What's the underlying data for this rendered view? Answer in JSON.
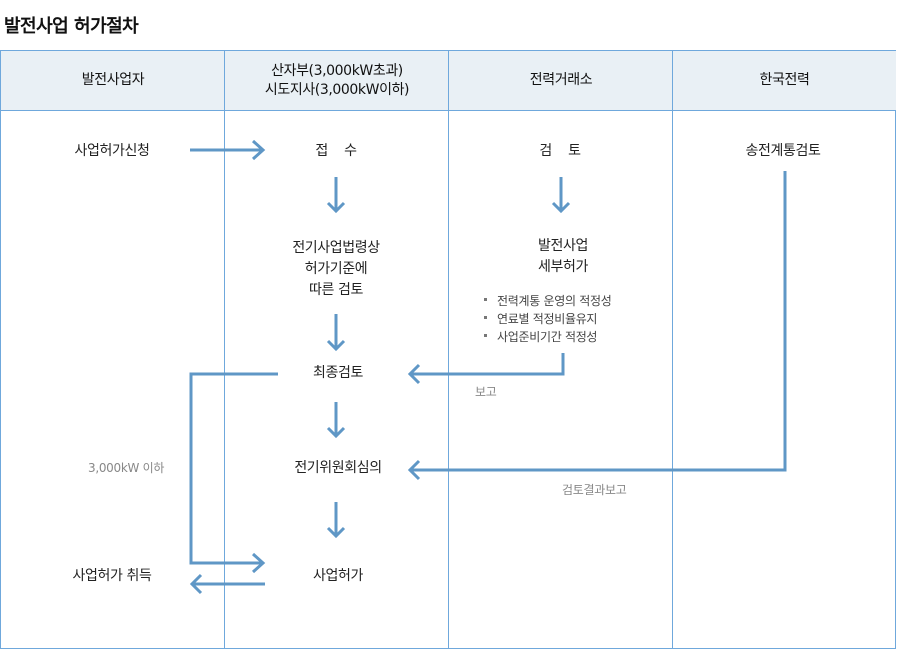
{
  "title": "발전사업 허가절차",
  "columns": [
    {
      "label": "발전사업자"
    },
    {
      "label_line1": "산자부(3,000kW초과)",
      "label_line2": "시도지사(3,000kW이하)"
    },
    {
      "label": "전력거래소"
    },
    {
      "label": "한국전력"
    }
  ],
  "nodes": {
    "apply": "사업허가신청",
    "receive": "접    수",
    "legal_review_line1": "전기사업법령상",
    "legal_review_line2": "허가기준에",
    "legal_review_line3": "따른 검토",
    "final_review": "최종검토",
    "committee": "전기위원회심의",
    "permit": "사업허가",
    "acquire": "사업허가 취득",
    "kpx_review": "검    토",
    "detail_line1": "발전사업",
    "detail_line2": "세부허가",
    "kepco_review": "송전계통검토"
  },
  "criteria": [
    "전력계통 운영의 적정성",
    "연료별 적정비율유지",
    "사업준비기간 적정성"
  ],
  "notes": {
    "report": "보고",
    "review_report": "검토결과보고",
    "under_3000": "3,000kW 이하"
  },
  "colors": {
    "border": "#6fa8dc",
    "header_bg": "#e9f0f5",
    "arrow": "#5f97c6",
    "note_text": "#888888"
  }
}
